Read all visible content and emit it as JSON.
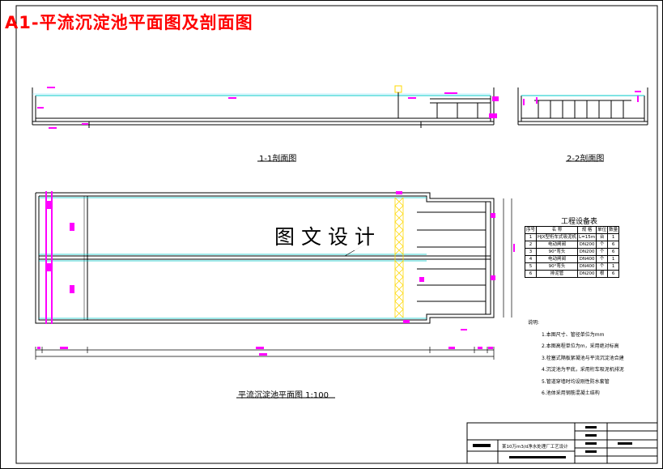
{
  "drawing": {
    "title": "A1-平流沉淀池平面图及剖面图",
    "section_1_label": "1-1剖面图",
    "section_2_label": "2-2剖面图",
    "plan_label": "平流沉淀池平面图 1:100",
    "watermark": "图文设计"
  },
  "equipment": {
    "title": "工程设备表",
    "headers": [
      "序号",
      "名 称",
      "规 格",
      "单位",
      "数量"
    ],
    "rows": [
      [
        "1",
        "HJX型桁车式吸泥机",
        "L=15m",
        "台",
        "1"
      ],
      [
        "2",
        "电动闸阀",
        "DN200",
        "个",
        "6"
      ],
      [
        "3",
        "90°弯头",
        "DN200",
        "个",
        "6"
      ],
      [
        "4",
        "电动闸阀",
        "DN400",
        "个",
        "1"
      ],
      [
        "5",
        "90°弯头",
        "DN400",
        "个",
        "1"
      ],
      [
        "6",
        "排泥管",
        "DN200",
        "根",
        "6"
      ]
    ]
  },
  "notes": {
    "title": "说明:",
    "items": [
      "1.本图尺寸、管径单位为mm",
      "2.本图高程单位为m，采用绝对标高",
      "3.栓塞式隔板絮凝池与平流沉淀池合建",
      "4.沉淀池为平底，采用桁车吸泥机排泥",
      "5.管道穿墙时均设刚性防水套管",
      "6.池体采用钢筋混凝土结构"
    ]
  },
  "title_block": {
    "project_name": "某10万m3/d净水处理厂工艺设计"
  },
  "colors": {
    "title": "#ff0000",
    "dimension": "#ff00ff",
    "water_line": "#00ffff",
    "ladder": "#ffd800",
    "outline": "#000000"
  }
}
